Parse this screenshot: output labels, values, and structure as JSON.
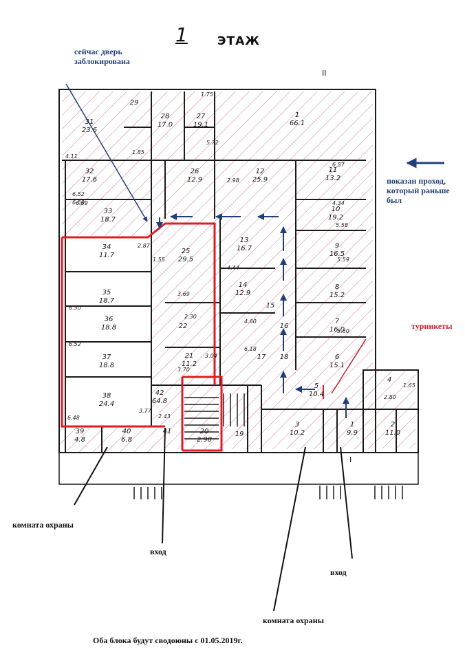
{
  "plan": {
    "floor_number": "1",
    "floor_label": "ЭТАЖ",
    "axis_mark": "II",
    "entrance_mark": "I"
  },
  "rooms": [
    {
      "num": "29",
      "area": ""
    },
    {
      "num": "28",
      "area": "17.0"
    },
    {
      "num": "27",
      "area": "19.1"
    },
    {
      "num": "31",
      "area": "23.6"
    },
    {
      "num": "1",
      "area": "66.1"
    },
    {
      "num": "32",
      "area": "17.6"
    },
    {
      "num": "26",
      "area": "12.9"
    },
    {
      "num": "12",
      "area": "25.9"
    },
    {
      "num": "11",
      "area": "13.2"
    },
    {
      "num": "33",
      "area": "18.7"
    },
    {
      "num": "10",
      "area": "19.2"
    },
    {
      "num": "34",
      "area": "11.7"
    },
    {
      "num": "25",
      "area": "29.5"
    },
    {
      "num": "13",
      "area": "16.7"
    },
    {
      "num": "9",
      "area": "16.5"
    },
    {
      "num": "35",
      "area": "18.7"
    },
    {
      "num": "14",
      "area": "12.9"
    },
    {
      "num": "8",
      "area": "15.2"
    },
    {
      "num": "36",
      "area": "18.8"
    },
    {
      "num": "22",
      "area": ""
    },
    {
      "num": "15",
      "area": ""
    },
    {
      "num": "16",
      "area": ""
    },
    {
      "num": "7",
      "area": "16.0"
    },
    {
      "num": "37",
      "area": "18.8"
    },
    {
      "num": "21",
      "area": "11.2"
    },
    {
      "num": "17",
      "area": ""
    },
    {
      "num": "18",
      "area": ""
    },
    {
      "num": "6",
      "area": "15.1"
    },
    {
      "num": "38",
      "area": "24.4"
    },
    {
      "num": "42",
      "area": "64.8"
    },
    {
      "num": "5",
      "area": "10.4"
    },
    {
      "num": "4",
      "area": ""
    },
    {
      "num": "39",
      "area": "4.8"
    },
    {
      "num": "40",
      "area": "6.8"
    },
    {
      "num": "41",
      "area": ""
    },
    {
      "num": "20",
      "area": "2.98"
    },
    {
      "num": "19",
      "area": ""
    },
    {
      "num": "3",
      "area": "10.2"
    },
    {
      "num": "1",
      "area": "9.9"
    },
    {
      "num": "2",
      "area": "11.0"
    }
  ],
  "dimensions": [
    "1.85",
    "1.75",
    "5.72",
    "4.11",
    "2.98",
    "6.57",
    "6.52",
    "6.50",
    "1.55",
    "2.87",
    "6.50",
    "6.59",
    "3.69",
    "2.30",
    "5.59",
    "6.52",
    "4.60",
    "6.18",
    "5.60",
    "3.70",
    "3.04",
    "3.77",
    "6.48",
    "2.43",
    "4.34",
    "5.58",
    "4.44",
    "2.80",
    "1.65"
  ],
  "annotations": {
    "door_blocked": "сейчас дверь\nзаблокирована",
    "former_passage": "показан проход,\nкоторый раньше\nбыл",
    "turnstiles": "турникеты",
    "security_room_left": "комната охраны",
    "entrance_left": "вход",
    "entrance_right": "вход",
    "security_room_bottom": "комната охраны"
  },
  "footer_note": "Оба блока будут сводоюны с 01.05.2019г.",
  "colors": {
    "line": "#1a1a1a",
    "hatch": "#d67a86",
    "highlight": "#e01b24",
    "arrow_blue": "#1f3f78",
    "text_blue": "#1f3f78",
    "text_red": "#c8202a"
  }
}
